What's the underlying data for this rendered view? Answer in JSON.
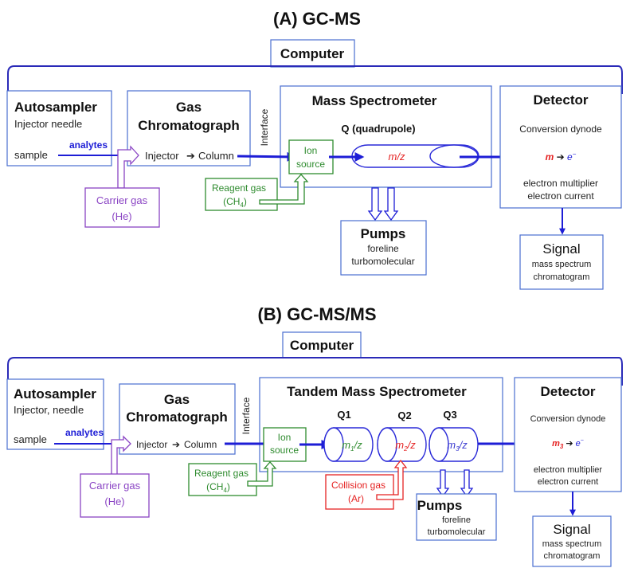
{
  "panel_a": {
    "title": "(A) GC-MS",
    "computer": "Computer",
    "autosampler": {
      "title": "Autosampler",
      "subtitle": "Injector needle",
      "sample": "sample",
      "analytes": "analytes"
    },
    "gc": {
      "title_line1": "Gas",
      "title_line2": "Chromatograph",
      "injector": "Injector",
      "column": "Column"
    },
    "interface": "Interface",
    "carrier_gas": {
      "line1": "Carrier gas",
      "line2": "(He)"
    },
    "reagent_gas": {
      "line1": "Reagent gas",
      "line2_pre": "(CH",
      "line2_sub": "4",
      "line2_post": ")"
    },
    "ms": {
      "title": "Mass Spectrometer",
      "quad_label": "Q (quadrupole)",
      "mz": "m/z",
      "ion_line1": "Ion",
      "ion_line2": "source"
    },
    "pumps": {
      "title": "Pumps",
      "line1": "foreline",
      "line2": "turbomolecular"
    },
    "detector": {
      "title": "Detector",
      "line1": "Conversion dynode",
      "m": "m",
      "e": "e",
      "e_sup": "−",
      "line3": "electron multiplier",
      "line4": "electron current"
    },
    "signal": {
      "title": "Signal",
      "line1": "mass spectrum",
      "line2": "chromatogram"
    }
  },
  "panel_b": {
    "title": "(B) GC-MS/MS",
    "computer": "Computer",
    "autosampler": {
      "title": "Autosampler",
      "subtitle": "Injector, needle",
      "sample": "sample",
      "analytes": "analytes"
    },
    "gc": {
      "title_line1": "Gas",
      "title_line2": "Chromatograph",
      "injector": "Injector",
      "column": "Column"
    },
    "interface": "Interface",
    "carrier_gas": {
      "line1": "Carrier gas",
      "line2": "(He)"
    },
    "reagent_gas": {
      "line1": "Reagent gas",
      "line2_pre": "(CH",
      "line2_sub": "4",
      "line2_post": ")"
    },
    "ms": {
      "title": "Tandem Mass Spectrometer",
      "ion_line1": "Ion",
      "ion_line2": "source",
      "quads": [
        {
          "label": "Q1",
          "m": "m",
          "sub": "1",
          "z": "/z"
        },
        {
          "label": "Q2",
          "m": "m",
          "sub": "2",
          "z": "/z"
        },
        {
          "label": "Q3",
          "m": "m",
          "sub": "3",
          "z": "/z"
        }
      ]
    },
    "collision_gas": {
      "line1": "Collision gas",
      "line2": "(Ar)"
    },
    "pumps": {
      "title": "Pumps",
      "line1": "foreline",
      "line2": "turbomolecular"
    },
    "detector": {
      "title": "Detector",
      "line1": "Conversion dynode",
      "m": "m",
      "m_sub": "3",
      "e": "e",
      "e_sup": "−",
      "line3": "electron multiplier",
      "line4": "electron current"
    },
    "signal": {
      "title": "Signal",
      "line1": "mass spectrum",
      "line2": "chromatogram"
    }
  },
  "colors": {
    "flow_blue": "#1d1dd6",
    "box_border": "#4a6fd0",
    "green": "#2e8b2e",
    "purple": "#8a44c4",
    "red": "#e52222"
  }
}
